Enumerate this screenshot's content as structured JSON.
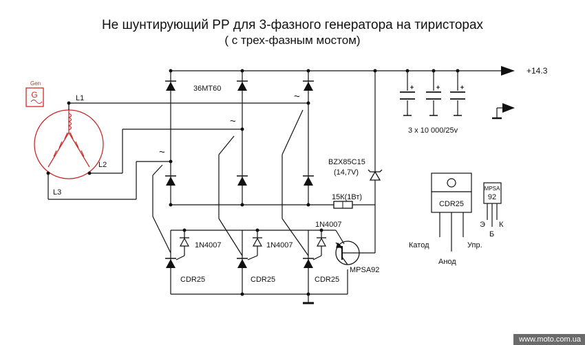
{
  "title": "Не шунтирующий РР для 3-фазного генератора на тиристорах",
  "subtitle": "( с трех-фазным мостом)",
  "labels": {
    "gen_caption": "Gen",
    "gen_letter": "G",
    "l1": "L1",
    "l2": "L2",
    "l3": "L3",
    "tilde": "~",
    "diode_bridge": "36MT60",
    "output_voltage": "+14.3",
    "capacitor_spec": "3 х 10 000/25v",
    "zener_name": "BZX85C15",
    "zener_voltage": "(14,7V)",
    "resistor": "15К(1Вт)",
    "diode_1n4007": "1N4007",
    "thyristor": "CDR25",
    "transistor": "MPSA92",
    "pkg_cdr25": "CDR25",
    "pin_cathode": "Катод",
    "pin_anode": "Анод",
    "pin_gate": "Упр.",
    "pkg_mpsa_top": "MPSA",
    "pkg_mpsa_num": "92",
    "pin_e": "Э",
    "pin_b": "Б",
    "pin_k": "К"
  },
  "footer": "www.moto.com.ua",
  "colors": {
    "wire": "#111111",
    "generator": "#cc2a2a",
    "footer_bg": "#6b6b6b"
  }
}
